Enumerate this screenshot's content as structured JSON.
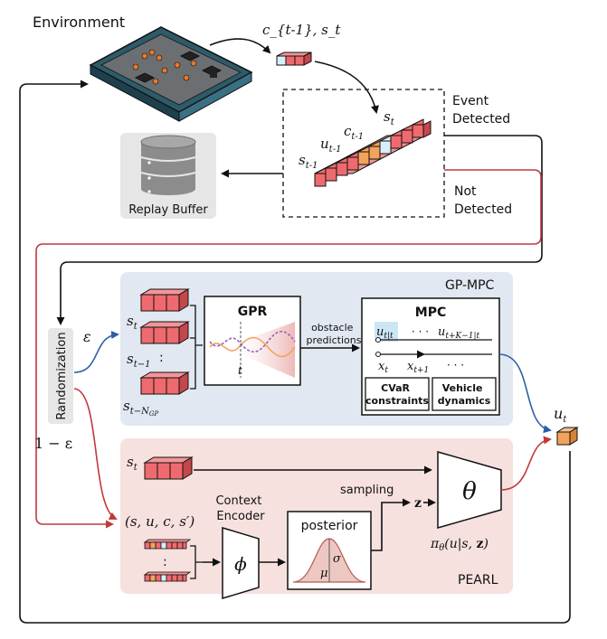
{
  "environment": {
    "title": "Environment",
    "obs_label": "c_{t-1}, s_t"
  },
  "buffer_box": {
    "labels": {
      "s": "s",
      "s_sub": "t-1",
      "u": "u",
      "u_sub": "t-1",
      "c": "c",
      "c_sub": "t-1",
      "st": "s",
      "st_sub": "t"
    },
    "event_detected": [
      "Event",
      "Detected"
    ],
    "not_detected": [
      "Not",
      "Detected"
    ]
  },
  "replay_buffer": {
    "label": "Replay Buffer"
  },
  "randomization": {
    "label": "Randomization",
    "eps": "ε",
    "one_minus_eps": "1 − ε"
  },
  "gpmpc": {
    "title": "GP-MPC",
    "states": {
      "s": "s",
      "s_t": "t",
      "s_tm1": "t−1",
      "dots": ":",
      "s_tn": "t−N",
      "s_tn_sub": "GP"
    },
    "gpr": {
      "title": "GPR",
      "t": "t"
    },
    "obstacle": [
      "obstacle",
      "predictions"
    ],
    "mpc": {
      "title": "MPC",
      "u1": "u",
      "u1_sub": "t|t",
      "udots": "· · ·",
      "u2": "u",
      "u2_sub": "t+K−1|t",
      "x1": "x",
      "x1_sub": "t",
      "x2": "x",
      "x2_sub": "t+1",
      "xdots": "· · ·",
      "btn1": [
        "CVaR",
        "constraints"
      ],
      "btn2": [
        "Vehicle",
        "dynamics"
      ]
    }
  },
  "pearl": {
    "title": "PEARL",
    "s_t": "s",
    "s_t_sub": "t",
    "tuple": "(s, u, c, s′)",
    "encoder": [
      "Context",
      "Encoder"
    ],
    "phi": "ϕ",
    "posterior": {
      "title": "posterior",
      "mu": "μ",
      "sigma": "σ"
    },
    "sampling": "sampling",
    "z": "z",
    "theta": "θ",
    "policy": "π",
    "policy_sub": "θ",
    "policy_args": "(u|s, ",
    "policy_z": "z",
    "policy_close": ")"
  },
  "output": {
    "u": "u",
    "u_sub": "t"
  },
  "colors": {
    "red_arrow": "#c0383b",
    "blue_arrow": "#2e5fa4",
    "cube_red": "#ef6a6f",
    "cube_orange": "#f2a45a",
    "cube_blue": "#d9eefa",
    "gpmpc_bg": "#e2e8f1",
    "pearl_bg": "#f6e1df",
    "output_cube": "#f2a45a"
  }
}
